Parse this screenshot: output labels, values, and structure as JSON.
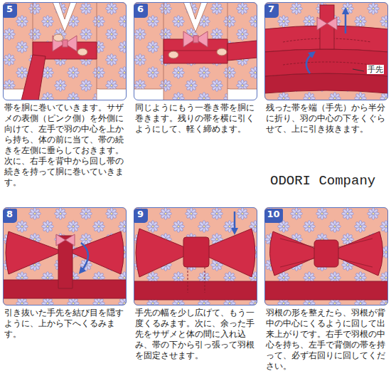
{
  "diagram": {
    "nodes": [
      {
        "text": [
          "5",
          "帯を胴に巻いていきます。サザメの表側（ピンク側）を外側に向けて、左手で羽の中心を上から持ち、体の前に当て、帯の続きを左側に垂らしておきます。次に、右手を背中から回し帯の続きを持って胴に巻いていきます。"
        ]
      },
      {
        "text": [
          "6",
          "同じようにもう一巻き帯を胴に巻きます。残りの帯を横に引くようにして、軽く締めます。"
        ]
      },
      {
        "text": [
          "7",
          "残った帯を端（手先）から半分に折り、羽の中心の下をくぐらせて、上に引き抜きます。"
        ]
      },
      {
        "text": [
          "8",
          "引き抜いた手先を結び目を隠すように、上から下へくるみます。"
        ]
      },
      {
        "text": [
          "9",
          "手先の幅を少し広げて、もう一度くるみます。次に、余った手先をサザメと体の間に入れ込み、帯の下から引っ張って羽根を固定させます。"
        ]
      },
      {
        "text": [
          "10",
          "羽根の形を整えたら、羽根が背中の中心にくるように回して出来上がりです。右手で羽根の中心を持ち、左手で背側の帯を持って、必ず右回りに回してください。"
        ]
      }
    ],
    "labels": [
      "手先",
      "ODORI Company"
    ]
  }
}
